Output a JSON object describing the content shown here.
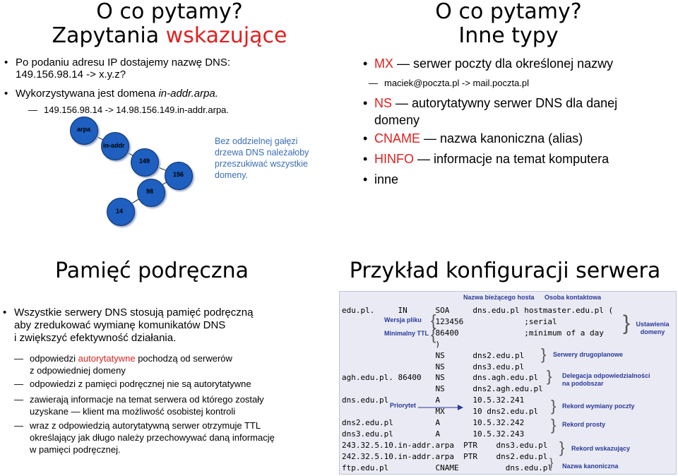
{
  "slide1": {
    "title_line1": "O co pytamy?",
    "title_line2_a": "Zapytania ",
    "title_line2_b": "wskazujące",
    "bullet1": "Po podaniu adresu IP dostajemy nazwę DNS:",
    "bullet1b": "149.156.98.14 -> x.y.z?",
    "bullet2_a": "Wykorzystywana jest domena ",
    "bullet2_b": "in-addr.arpa.",
    "sub1": "149.156.98.14 -> 14.98.156.149.in-addr.arpa.",
    "nodes": [
      "arpa",
      "in-addr",
      "149",
      "156",
      "98",
      "14"
    ],
    "note": [
      "Bez oddzielnej gałęzi",
      "drzewa DNS należałoby",
      "przeszukiwać wszystkie",
      "domeny."
    ]
  },
  "slide2": {
    "title_line1": "O co pytamy?",
    "title_line2": "Inne typy",
    "items": [
      {
        "key": "MX",
        "text": "serwer poczty dla określonej nazwy"
      },
      {
        "key": "NS",
        "text": "autorytatywny serwer DNS dla danej"
      },
      {
        "key": "CNAME",
        "text": "nazwa kanoniczna (alias)"
      },
      {
        "key": "HINFO",
        "text": "informacje na temat komputera"
      }
    ],
    "mx_sub": "maciek@poczta.pl -> mail.poczta.pl",
    "ns_cont": "domeny",
    "last": "inne"
  },
  "slide3": {
    "title": "Pamięć podręczna",
    "bullet_lines": [
      "Wszystkie serwery DNS stosują pamięć podręczną",
      "aby zredukować wymianę komunikatów DNS",
      "i zwiększyć efektywność działania."
    ],
    "s1_a": "odpowiedzi ",
    "s1_b": "autorytatywne",
    "s1_c": " pochodzą od serwerów",
    "s1_d": "z odpowiedniej domeny",
    "s2": "odpowiedzi z pamięci podręcznej nie są autorytatywne",
    "s3_a": "zawierają informacje na temat serwera od którego zostały",
    "s3_b": "uzyskane — klient ma możliwość osobistej kontroli",
    "s4_a": "wraz z odpowiedzią autorytatywną serwer otrzymuje TTL",
    "s4_b": "określający jak długo należy przechowywać daną informację",
    "s4_c": "w pamięci podręcznej."
  },
  "slide4": {
    "title": "Przykład konfiguracji serwera",
    "lines": [
      "edu.pl.     IN      SOA     dns.edu.pl hostmaster.edu.pl (",
      "                    123456             ;serial",
      "                    86400              ;minimum of a day",
      "                    )",
      "                    NS      dns2.edu.pl",
      "                    NS      dns3.edu.pl",
      "agh.edu.pl. 86400   NS      dns.agh.edu.pl",
      "                    NS      dns2.agh.edu.pl",
      "dns.edu.pl          A       10.5.32.241",
      "                    MX      10 dns2.edu.pl",
      "dns2.edu.pl         A       10.5.32.242",
      "dns3.edu.pl         A       10.5.32.243",
      "243.32.5.10.in-addr.arpa  PTR    dns3.edu.pl",
      "242.32.5.10.in-addr.arpa  PTR    dns2.edu.pl",
      "ftp.edu.pl          CNAME          dns.edu.pl"
    ],
    "annotations": {
      "host": "Nazwa bieżącego hosta",
      "contact": "Osoba kontaktowa",
      "version": "Wersja pliku",
      "ttl": "Minimalny TTL",
      "settings": "Ustawienia domeny",
      "backup": "Serwery drugoplanowe",
      "delegation": "Delegacja odpowiedzialności na podobszar",
      "priority": "Priorytet",
      "exchange": "Rekord wymiany poczty",
      "simple": "Rekord prosty",
      "pointer": "Rekord wskazujący",
      "canonical": "Nazwa kanoniczna"
    }
  }
}
